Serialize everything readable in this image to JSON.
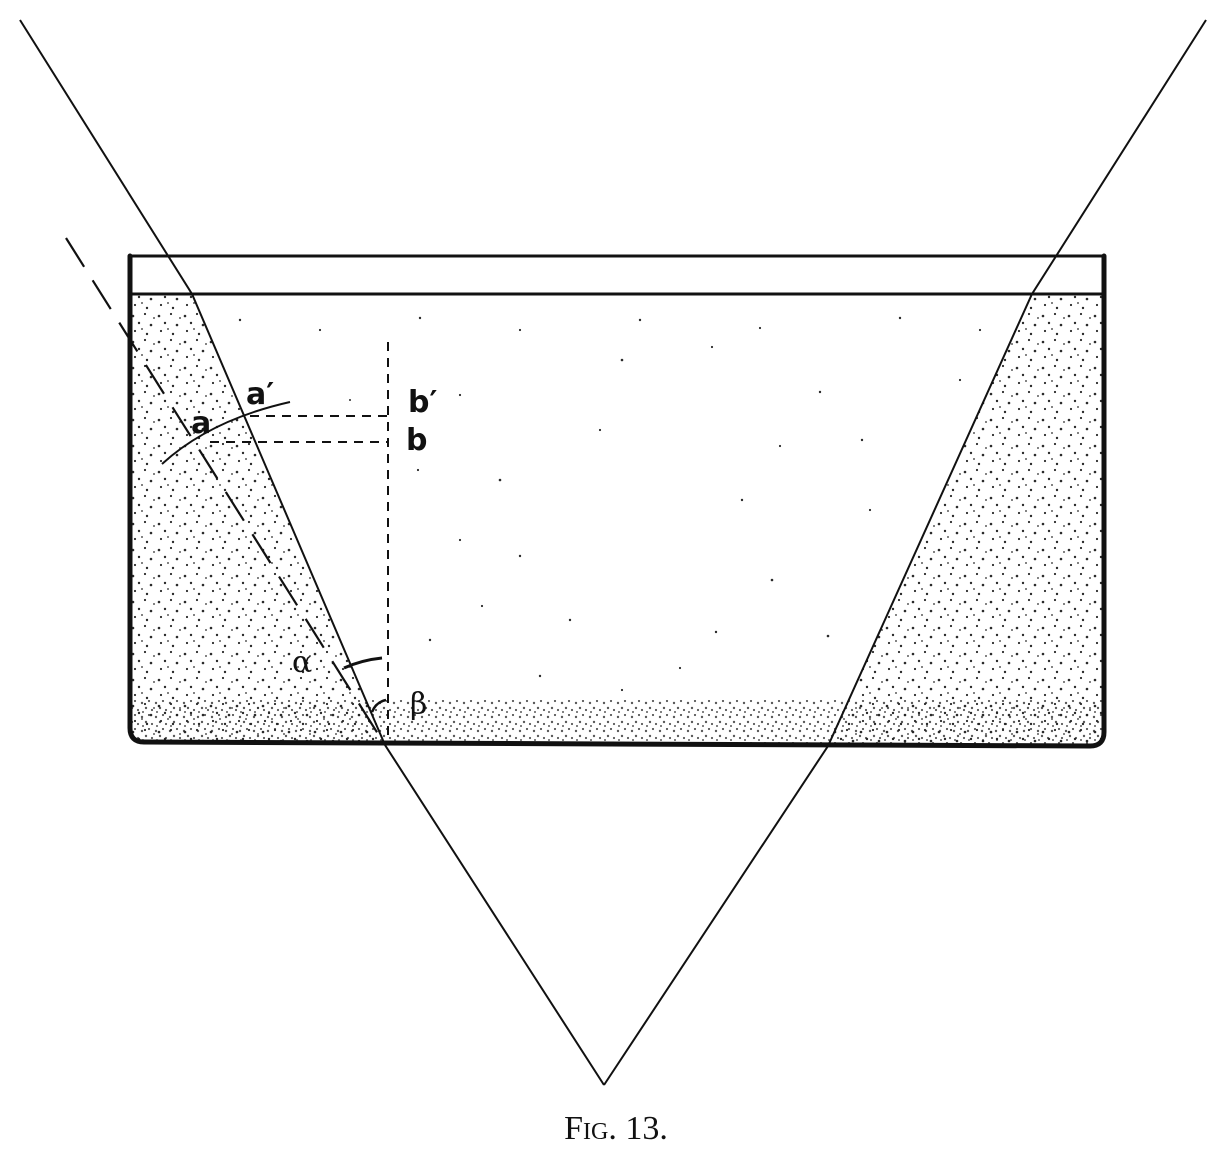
{
  "labels": {
    "a": "a",
    "a_prime": "a′",
    "b_prime": "b′",
    "b": "b",
    "alpha": "α",
    "beta": "β"
  },
  "caption": "Fig. 13.",
  "colors": {
    "ink": "#111111",
    "stipple": "#2a2a2a",
    "background": "#ffffff"
  }
}
